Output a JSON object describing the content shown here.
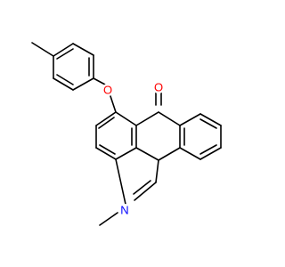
{
  "colors": {
    "background": "#ffffff",
    "bond": "#000000",
    "oxygen": "#ff0000",
    "nitrogen": "#0000ff"
  },
  "atoms": {
    "ether_oxygen": {
      "label": "O",
      "color": "#ff0000"
    },
    "carbonyl_oxygen": {
      "label": "O",
      "color": "#ff0000"
    },
    "ring_nitrogen": {
      "label": "N",
      "color": "#0000ff"
    }
  }
}
